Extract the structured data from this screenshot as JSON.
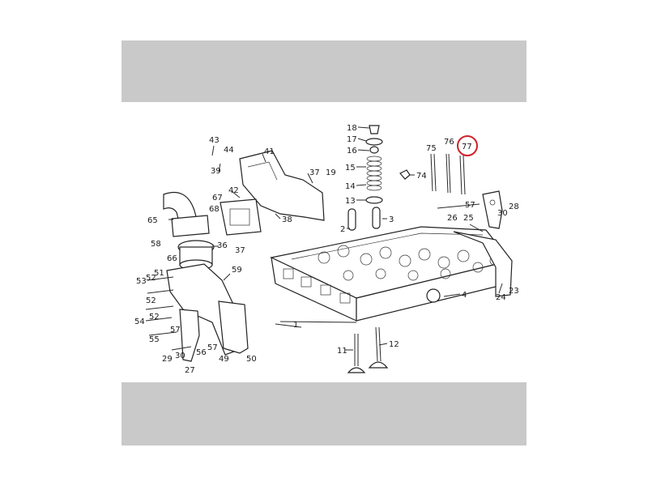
{
  "highlight": {
    "label": "77",
    "color": "#d0202a"
  },
  "labels": [
    {
      "key": "18",
      "text": "18"
    },
    {
      "key": "17",
      "text": "17"
    },
    {
      "key": "16",
      "text": "16"
    },
    {
      "key": "15",
      "text": "15"
    },
    {
      "key": "14",
      "text": "14"
    },
    {
      "key": "13",
      "text": "13"
    },
    {
      "key": "2",
      "text": "2"
    },
    {
      "key": "3",
      "text": "3"
    },
    {
      "key": "75",
      "text": "75"
    },
    {
      "key": "76",
      "text": "76"
    },
    {
      "key": "77",
      "text": "77"
    },
    {
      "key": "74",
      "text": "74"
    },
    {
      "key": "43",
      "text": "43"
    },
    {
      "key": "44",
      "text": "44"
    },
    {
      "key": "39",
      "text": "39"
    },
    {
      "key": "41",
      "text": "41"
    },
    {
      "key": "37a",
      "text": "37"
    },
    {
      "key": "19",
      "text": "19"
    },
    {
      "key": "42",
      "text": "42"
    },
    {
      "key": "67",
      "text": "67"
    },
    {
      "key": "68",
      "text": "68"
    },
    {
      "key": "38",
      "text": "38"
    },
    {
      "key": "65",
      "text": "65"
    },
    {
      "key": "36",
      "text": "36"
    },
    {
      "key": "37b",
      "text": "37"
    },
    {
      "key": "57a",
      "text": "57"
    },
    {
      "key": "28",
      "text": "28"
    },
    {
      "key": "26",
      "text": "26"
    },
    {
      "key": "25",
      "text": "25"
    },
    {
      "key": "30a",
      "text": "30"
    },
    {
      "key": "58",
      "text": "58"
    },
    {
      "key": "66",
      "text": "66"
    },
    {
      "key": "59",
      "text": "59"
    },
    {
      "key": "51",
      "text": "51"
    },
    {
      "key": "53",
      "text": "53"
    },
    {
      "key": "52a",
      "text": "52"
    },
    {
      "key": "52b",
      "text": "52"
    },
    {
      "key": "54",
      "text": "54"
    },
    {
      "key": "52c",
      "text": "52"
    },
    {
      "key": "57b",
      "text": "57"
    },
    {
      "key": "55",
      "text": "55"
    },
    {
      "key": "29",
      "text": "29"
    },
    {
      "key": "30b",
      "text": "30"
    },
    {
      "key": "56",
      "text": "56"
    },
    {
      "key": "57c",
      "text": "57"
    },
    {
      "key": "27",
      "text": "27"
    },
    {
      "key": "49",
      "text": "49"
    },
    {
      "key": "50",
      "text": "50"
    },
    {
      "key": "1",
      "text": "1"
    },
    {
      "key": "4",
      "text": "4"
    },
    {
      "key": "24",
      "text": "24"
    },
    {
      "key": "23",
      "text": "23"
    },
    {
      "key": "11",
      "text": "11"
    },
    {
      "key": "12",
      "text": "12"
    }
  ]
}
